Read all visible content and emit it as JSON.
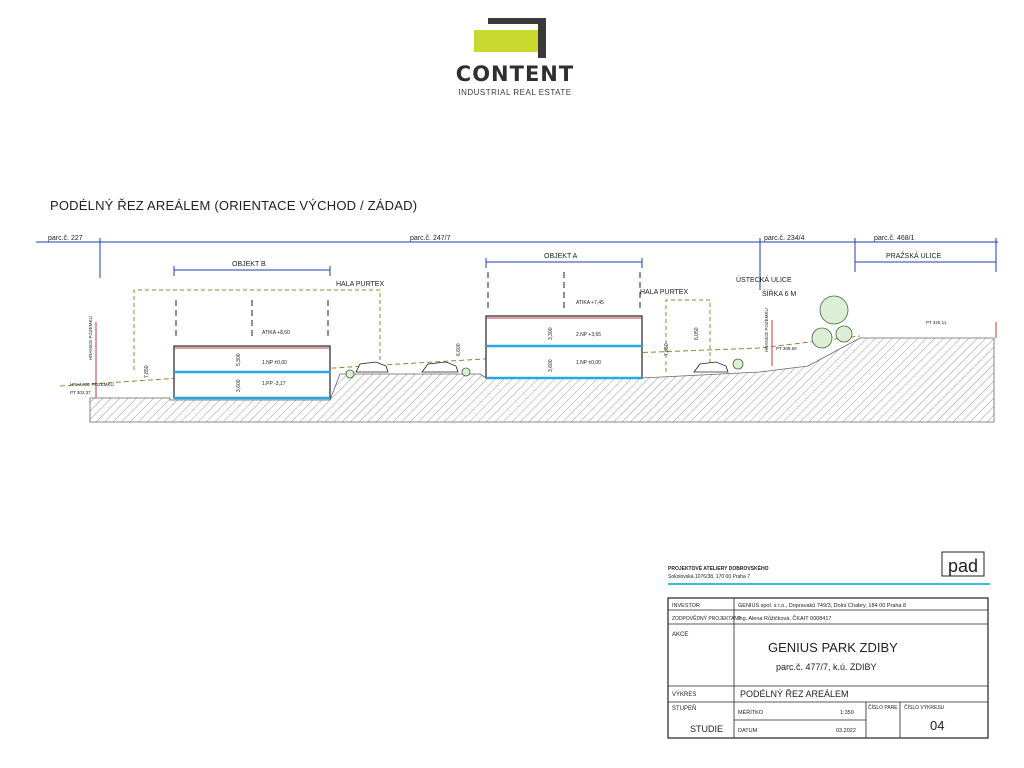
{
  "logo": {
    "name": "CONTENT",
    "tagline": "INDUSTRIAL REAL ESTATE",
    "accent_color": "#c9d92e",
    "dark_color": "#3a3a3a"
  },
  "drawing": {
    "title": "PODÉLNÝ ŘEZ AREÁLEM (ORIENTACE VÝCHOD / ZÁDAD)",
    "parcels": {
      "p227": "parc.č. 227",
      "p247": "parc.č. 247/7",
      "p234": "parc.č. 234/4",
      "p468": "parc.č. 468/1"
    },
    "objects": {
      "objekt_b": "OBJEKT B",
      "objekt_a": "OBJEKT A",
      "hala_purtex_1": "HALA PURTEX",
      "hala_purtex_2": "HALA PURTEX",
      "ustecka_ulice": "ÚSTECKÁ ULICE",
      "sirka": "ŠÍŘKA 6 M",
      "prazska_ulice": "PRAŽSKÁ ULICE"
    },
    "levels": {
      "b_atika": "ATIKA +8,60",
      "b_1np": "1.NP ±0,00",
      "b_1pp": "1.PP -3,17",
      "a_atika": "ATIKA +7,45",
      "a_2np": "2.NP +3,65",
      "a_1np": "1.NP ±0,00",
      "pt_right": "PT 320,11",
      "pt_street": "PT 308,60",
      "pt_left": "PT 302,37"
    },
    "dims": {
      "b_left": "7,850",
      "b_upper": "5,300",
      "b_lower": "3,600",
      "a_left": "6,600",
      "a_upper": "3,300",
      "a_lower": "3,600",
      "a_right": "7,650",
      "purtex_right": "6,050"
    },
    "side_labels": {
      "hranice_left": "HRANICE POZEMKU",
      "hranice_right": "HRANICE POZEMKU",
      "hranice_small": "HRANICE POZEMKU"
    },
    "colors": {
      "floor_line": "#2aa6e0",
      "dashed": "#8a8a3a",
      "dim_blue": "#1d3fb0",
      "cyan_rule": "#35c0d8"
    }
  },
  "title_block": {
    "office_line1": "PROJEKTOVÉ ATELIERY DOBROVSKÉHO",
    "office_line2": "Sokolovská 1076/38, 170 00 Praha 7",
    "office_logo": "pad",
    "rows": {
      "investor_label": "INVESTOR",
      "investor_value": "GENIUS spol. s r.o., Dopravaků 749/3, Dolní Chabry, 184 00 Praha 8",
      "responsible_label": "ZODPOVĚDNÝ PROJEKTANT",
      "responsible_value": "Ing. Alena Růžičková, ČKAIT 0008417",
      "akce_label": "AKCE",
      "akce_title": "GENIUS PARK ZDIBY",
      "akce_sub": "parc.č. 477/7, k.ú. ZDIBY",
      "vykres_label": "VÝKRES",
      "vykres_value": "PODÉLNÝ ŘEZ AREÁLEM",
      "stupen_label": "STUPEŇ",
      "stupen_value": "STUDIE",
      "meritko_label": "MĚŘÍTKO",
      "meritko_value": "1:350",
      "datum_label": "DATUM",
      "datum_value": "03.2022",
      "cislo_pare_label": "ČÍSLO PARE",
      "cislo_vykresu_label": "ČÍSLO VÝKRESU",
      "cislo_vykresu_value": "04"
    }
  }
}
